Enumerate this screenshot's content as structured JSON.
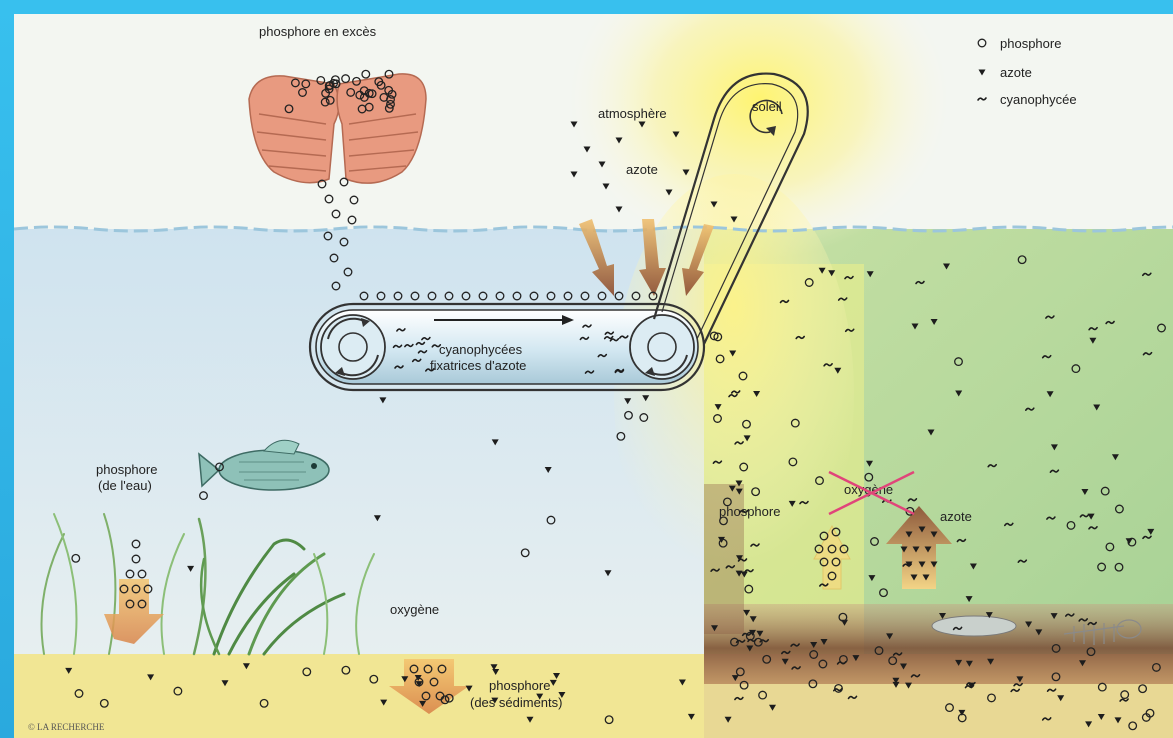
{
  "legend": {
    "phosphore": "phosphore",
    "azote": "azote",
    "cyanophycee": "cyanophycée"
  },
  "labels": {
    "phosphore_en_exces": "phosphore en excès",
    "atmosphere": "atmosphère",
    "azote_top": "azote",
    "soleil": "soleil",
    "cyano_line1": "cyanophycées",
    "cyano_line2": "fixatrices d'azote",
    "phosphore_eau_line1": "phosphore",
    "phosphore_eau_line2": "(de l'eau)",
    "oxygene_left": "oxygène",
    "phosphore_sed_line1": "phosphore",
    "phosphore_sed_line2": "(des sédiments)",
    "phosphore_right": "phosphore",
    "oxygene_crossed": "oxygène",
    "azote_right": "azote",
    "credit": "© LA RECHERCHE"
  },
  "colors": {
    "frame": "#2fb8e6",
    "water_left": "#d9eaf3",
    "water_right": "#b9dca2",
    "sun": "#fff27a",
    "sediment": "#f3e89a",
    "arrow_brown": "#a8643a",
    "arrow_yellow": "#f0d878",
    "cross_red": "#e0457a"
  }
}
